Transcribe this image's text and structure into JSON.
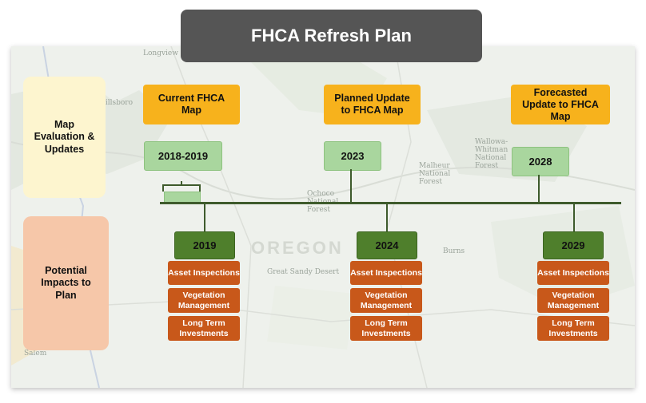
{
  "title": "FHCA Refresh Plan",
  "categories": {
    "map": "Map Evaluation & Updates",
    "impacts": "Potential Impacts to Plan"
  },
  "map_labels": {
    "region": "OREGON",
    "desert": "Great Sandy Desert",
    "forest1": "Ochoco National Forest",
    "forest2": "Wallowa-Whitman National Forest",
    "forest3": "Malheur National Forest",
    "town1": "Longview",
    "town2": "Hillsboro",
    "town3": "Burns",
    "town4": "Salem"
  },
  "updates": [
    {
      "label": "Current FHCA Map",
      "year": "2018-2019"
    },
    {
      "label": "Planned Update to FHCA Map",
      "year": "2023"
    },
    {
      "label": "Forecasted Update to FHCA Map",
      "year": "2028"
    }
  ],
  "impact_years": [
    "2019",
    "2024",
    "2029"
  ],
  "impacts": [
    "Asset Inspections",
    "Vegetation Management",
    "Long Term Investments"
  ],
  "colors": {
    "title_bg": "#555555",
    "update_label": "#f7b21c",
    "year_light": "#a9d69e",
    "year_dark": "#4f7f2c",
    "impact_box": "#c8581a",
    "map_category": "#fdf5cf",
    "impact_category": "#f6c7a9",
    "timeline": "#3e5b2c"
  }
}
